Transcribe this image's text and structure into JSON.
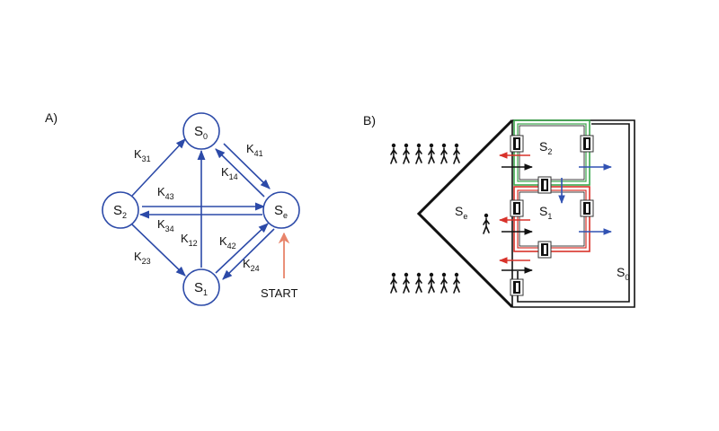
{
  "panel_a": {
    "label": "A)",
    "nodes": {
      "s0": {
        "main": "S",
        "sub": "0"
      },
      "s1": {
        "main": "S",
        "sub": "1"
      },
      "s2": {
        "main": "S",
        "sub": "2"
      },
      "se": {
        "main": "S",
        "sub": "e"
      }
    },
    "rates": {
      "k31": {
        "main": "K",
        "sub": "31"
      },
      "k41": {
        "main": "K",
        "sub": "41"
      },
      "k14": {
        "main": "K",
        "sub": "14"
      },
      "k43": {
        "main": "K",
        "sub": "43"
      },
      "k34": {
        "main": "K",
        "sub": "34"
      },
      "k12": {
        "main": "K",
        "sub": "12"
      },
      "k42": {
        "main": "K",
        "sub": "42"
      },
      "k23": {
        "main": "K",
        "sub": "23"
      },
      "k24": {
        "main": "K",
        "sub": "24"
      }
    },
    "start_label": "START"
  },
  "panel_b": {
    "label": "B)",
    "regions": {
      "s2": {
        "main": "S",
        "sub": "2"
      },
      "s1": {
        "main": "S",
        "sub": "1"
      },
      "se": {
        "main": "S",
        "sub": "e"
      },
      "s0": {
        "main": "S",
        "sub": "0"
      }
    }
  },
  "colors": {
    "node_blue": "#2c4aa8",
    "start_arrow": "#e8846a",
    "green_room": "#3aa64b",
    "red_room": "#d8322a",
    "blue_arrow": "#3152b3",
    "black": "#111111"
  }
}
